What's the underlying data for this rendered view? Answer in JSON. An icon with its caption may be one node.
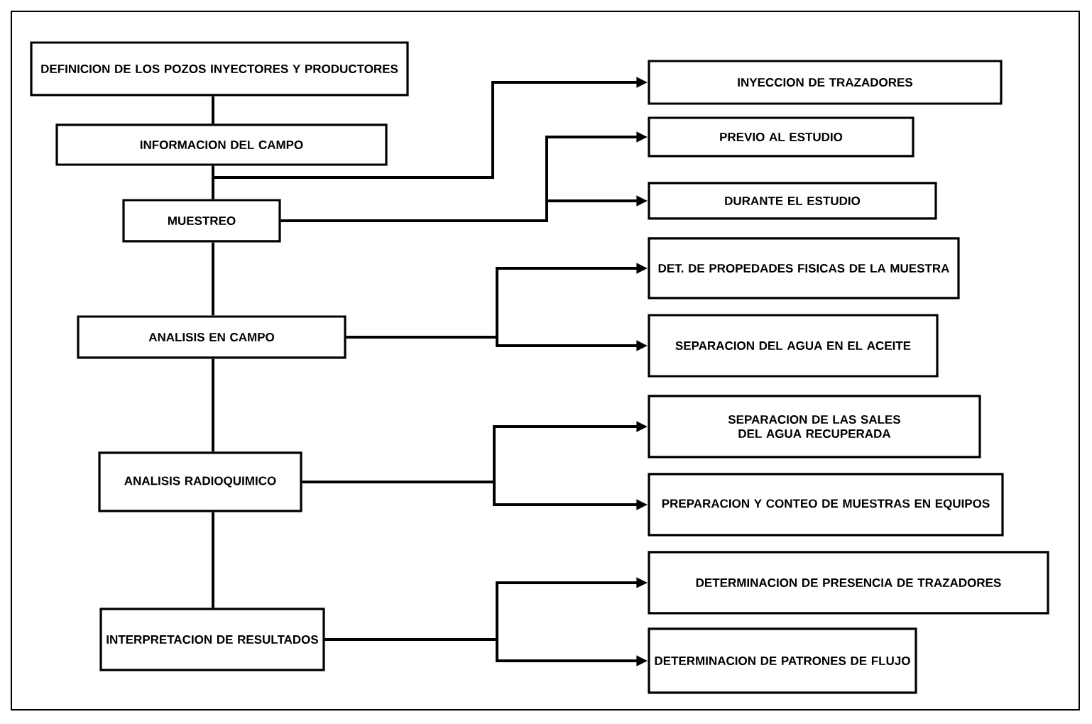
{
  "diagram": {
    "nodes": [
      {
        "text": [
          "DEFINICION DE LOS POZOS INYECTORES Y PRODUCTORES"
        ]
      },
      {
        "text": [
          "INFORMACION DEL CAMPO"
        ]
      },
      {
        "text": [
          "MUESTREO"
        ]
      },
      {
        "text": [
          "ANALISIS EN CAMPO"
        ]
      },
      {
        "text": [
          "ANALISIS RADIOQUIMICO"
        ]
      },
      {
        "text": [
          "INTERPRETACION DE RESULTADOS"
        ]
      },
      {
        "text": [
          "INYECCION DE TRAZADORES"
        ]
      },
      {
        "text": [
          "PREVIO AL ESTUDIO"
        ]
      },
      {
        "text": [
          "DURANTE EL ESTUDIO"
        ]
      },
      {
        "text": [
          "DET. DE PROPEDADES FISICAS DE LA MUESTRA"
        ]
      },
      {
        "text": [
          "SEPARACION DEL AGUA EN EL ACEITE"
        ]
      },
      {
        "text": [
          "SEPARACION DE LAS SALES DEL AGUA RECUPERADA"
        ]
      },
      {
        "text": [
          "PREPARACION Y CONTEO DE MUESTRAS EN EQUIPOS"
        ]
      },
      {
        "text": [
          "DETERMINACION DE PRESENCIA DE TRAZADORES"
        ]
      },
      {
        "text": [
          "DETERMINACION DE PATRONES DE FLUJO"
        ]
      }
    ],
    "edges": [
      {
        "from": 0,
        "to": 1,
        "arrow": "none"
      },
      {
        "from": 1,
        "to": 2,
        "arrow": "none"
      },
      {
        "from": 2,
        "to": 3,
        "arrow": "none"
      },
      {
        "from": 3,
        "to": 4,
        "arrow": "none"
      },
      {
        "from": 4,
        "to": 5,
        "arrow": "none"
      },
      {
        "from": 1,
        "to": 6,
        "arrow": "to"
      },
      {
        "from": 2,
        "to": 7,
        "arrow": "to"
      },
      {
        "from": 2,
        "to": 8,
        "arrow": "to"
      },
      {
        "from": 3,
        "to": 9,
        "arrow": "to"
      },
      {
        "from": 3,
        "to": 10,
        "arrow": "to"
      },
      {
        "from": 4,
        "to": 11,
        "arrow": "to"
      },
      {
        "from": 4,
        "to": 12,
        "arrow": "to"
      },
      {
        "from": 5,
        "to": 13,
        "arrow": "to"
      },
      {
        "from": 5,
        "to": 14,
        "arrow": "to"
      }
    ]
  }
}
